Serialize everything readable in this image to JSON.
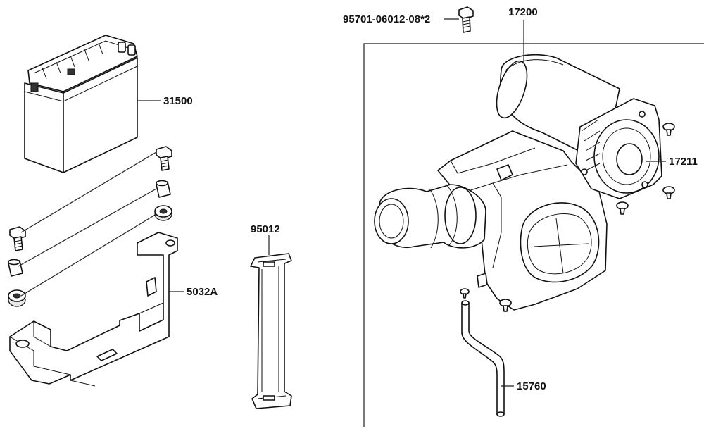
{
  "labels": {
    "battery": "31500",
    "bracket": "5032A",
    "strap": "95012",
    "bolt": "95701-06012-08*2",
    "air_cleaner": "17200",
    "cover": "17211",
    "hose": "15760"
  }
}
